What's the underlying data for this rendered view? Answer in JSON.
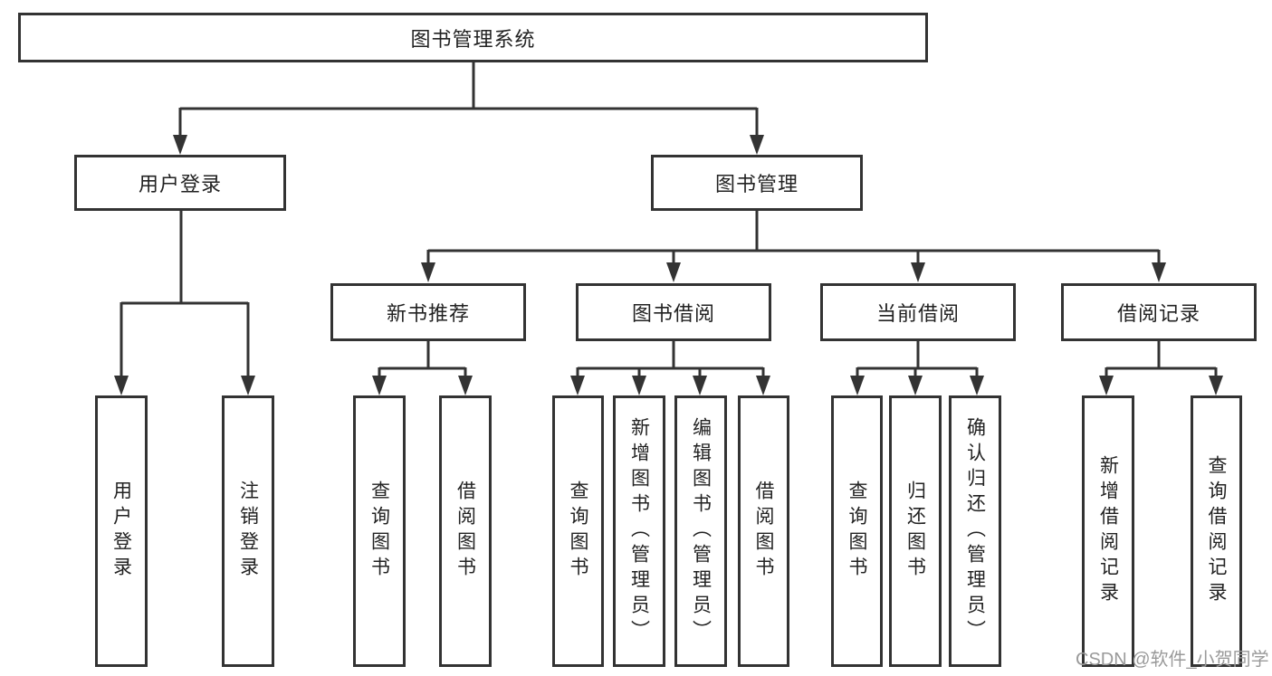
{
  "diagram": {
    "root": {
      "label": "图书管理系统",
      "children": [
        {
          "label": "用户登录",
          "children": [
            {
              "label": "用户登录"
            },
            {
              "label": "注销登录"
            }
          ]
        },
        {
          "label": "图书管理",
          "children": [
            {
              "label": "新书推荐",
              "children": [
                {
                  "label": "查询图书"
                },
                {
                  "label": "借阅图书"
                }
              ]
            },
            {
              "label": "图书借阅",
              "children": [
                {
                  "label": "查询图书"
                },
                {
                  "label": "新增图书（管理员）"
                },
                {
                  "label": "编辑图书（管理员）"
                },
                {
                  "label": "借阅图书"
                }
              ]
            },
            {
              "label": "当前借阅",
              "children": [
                {
                  "label": "查询图书"
                },
                {
                  "label": "归还图书"
                },
                {
                  "label": "确认归还（管理员）"
                }
              ]
            },
            {
              "label": "借阅记录",
              "children": [
                {
                  "label": "新增借阅记录"
                },
                {
                  "label": "查询借阅记录"
                }
              ]
            }
          ]
        }
      ]
    }
  },
  "watermark": "CSDN @软件_小贺同学",
  "colors": {
    "line": "#333333",
    "box_border": "#333333",
    "box_fill": "#ffffff",
    "text": "#222222",
    "watermark": "#9a9a9a",
    "background": "#ffffff"
  }
}
